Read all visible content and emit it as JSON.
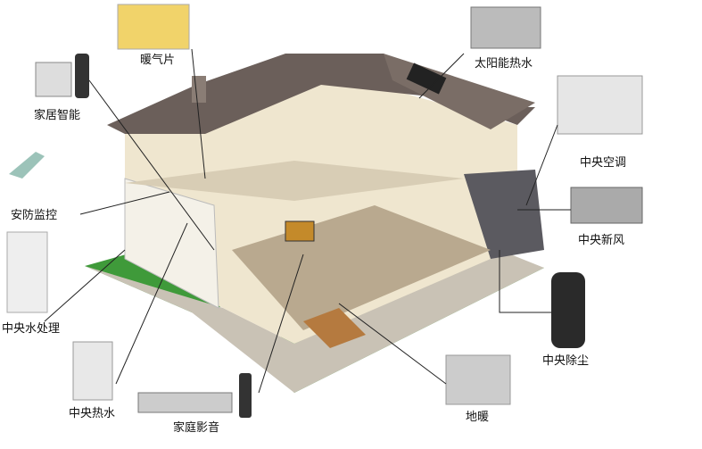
{
  "labels": {
    "radiator": "暖气片",
    "solar_water": "太阳能热水",
    "smart_home": "家居智能",
    "central_ac": "中央空调",
    "security": "安防监控",
    "fresh_air": "中央新风",
    "water_treatment": "中央水处理",
    "vacuum": "中央除尘",
    "hot_water": "中央热水",
    "home_theater": "家庭影音",
    "floor_heating": "地暖"
  },
  "colors": {
    "roof": "#6b5f5a",
    "interior": "#efe6cf",
    "wall": "#f4f1e8",
    "grass": "#3f9a3a",
    "floor": "#b9a98f"
  }
}
